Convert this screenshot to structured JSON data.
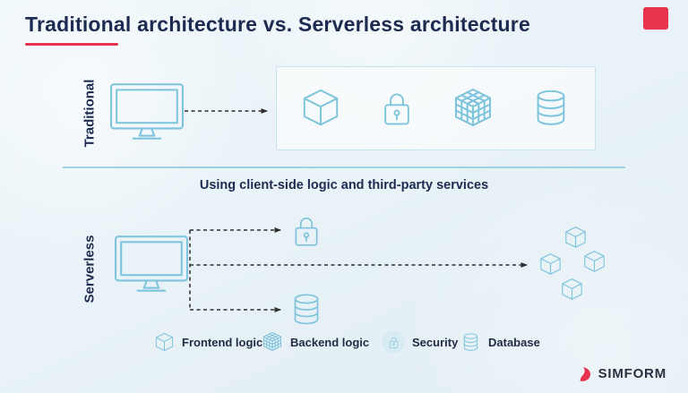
{
  "title": "Traditional architecture vs. Serverless architecture",
  "traditional": {
    "label": "Traditional",
    "service_icons": [
      "frontend-cube-icon",
      "lock-icon",
      "backend-cube-icon",
      "database-icon"
    ]
  },
  "serverless": {
    "label": "Serverless",
    "subtitle": "Using client-side logic and third-party services",
    "target_icons": [
      "lock-icon",
      "database-icon",
      "cube-cluster-icon"
    ]
  },
  "legend": {
    "items": [
      {
        "icon": "frontend-cube-icon",
        "label": "Frontend logic"
      },
      {
        "icon": "backend-cube-icon",
        "label": "Backend logic"
      },
      {
        "icon": "security-lock-icon",
        "label": "Security"
      },
      {
        "icon": "database-icon",
        "label": "Database"
      }
    ]
  },
  "brand": {
    "name": "SIMFORM"
  },
  "colors": {
    "icon_blue": "#7cc3dc",
    "accent_red": "#e8344e",
    "title_navy": "#1d2b50",
    "arrow_dark": "#2e2e2e",
    "background": "#e8f1f7"
  }
}
